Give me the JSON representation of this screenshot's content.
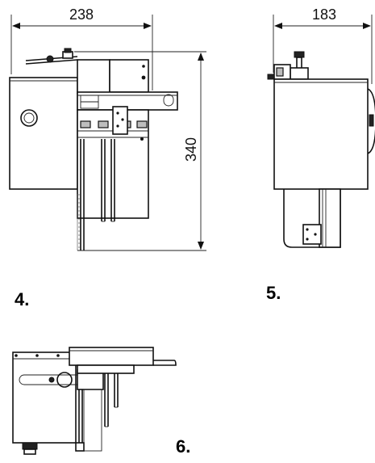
{
  "views": [
    {
      "id": "front",
      "label": "4.",
      "width_dim": "238",
      "height_dim": "340"
    },
    {
      "id": "side",
      "label": "5.",
      "width_dim": "183"
    },
    {
      "id": "top",
      "label": "6."
    }
  ]
}
